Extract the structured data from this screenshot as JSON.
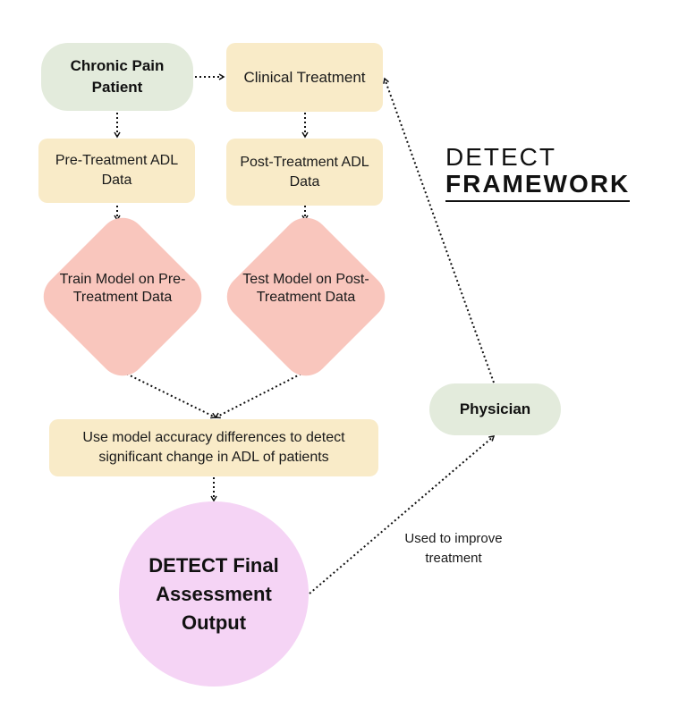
{
  "title": {
    "line1": "DETECT",
    "line2": "FRAMEWORK"
  },
  "nodes": {
    "patient": "Chronic Pain Patient",
    "treatment": "Clinical Treatment",
    "pre_data": "Pre-Treatment ADL Data",
    "post_data": "Post-Treatment ADL Data",
    "train": "Train Model on Pre-Treatment Data",
    "test": "Test Model on Post-Treatment Data",
    "accuracy": "Use model accuracy differences to detect significant change in ADL of patients",
    "output": "DETECT Final Assessment Output",
    "physician": "Physician"
  },
  "edge_labels": {
    "improve": "Used to improve treatment"
  },
  "colors": {
    "green": "#e3ebdc",
    "cream": "#f9ebc8",
    "salmon": "#f9c6bd",
    "pink": "#f5d4f5"
  }
}
